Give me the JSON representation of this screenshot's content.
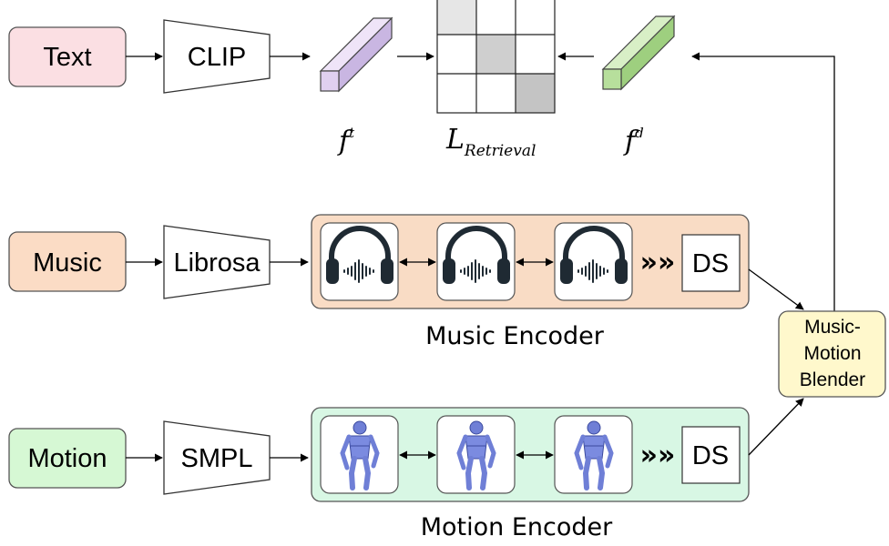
{
  "inputs": {
    "text": "Text",
    "music": "Music",
    "motion": "Motion"
  },
  "extractors": {
    "clip": "CLIP",
    "librosa": "Librosa",
    "smpl": "SMPL"
  },
  "features": {
    "text_base": "f",
    "text_sup": "t",
    "dance_base": "f",
    "dance_sup": "d"
  },
  "loss": {
    "base": "L",
    "sub": "Retrieval"
  },
  "music_encoder": {
    "title": "Music Encoder",
    "ds_label": "DS",
    "chevrons": "»»",
    "frame_icon": "headphones-icon"
  },
  "motion_encoder": {
    "title": "Motion Encoder",
    "ds_label": "DS",
    "chevrons": "»»",
    "frame_icon": "dancing-figure-icon"
  },
  "blender": {
    "line1": "Music-",
    "line2": "Motion",
    "line3": "Blender"
  },
  "colors": {
    "text_box": "#fbdfe3",
    "music_box": "#fbdcc5",
    "motion_box": "#d6f8d4",
    "music_encoder_bg": "#f9dcc5",
    "motion_encoder_bg": "#d8f7e4",
    "blender": "#fff8cc",
    "text_feature": "#e0d0f0",
    "dance_feature": "#b7df9c"
  }
}
